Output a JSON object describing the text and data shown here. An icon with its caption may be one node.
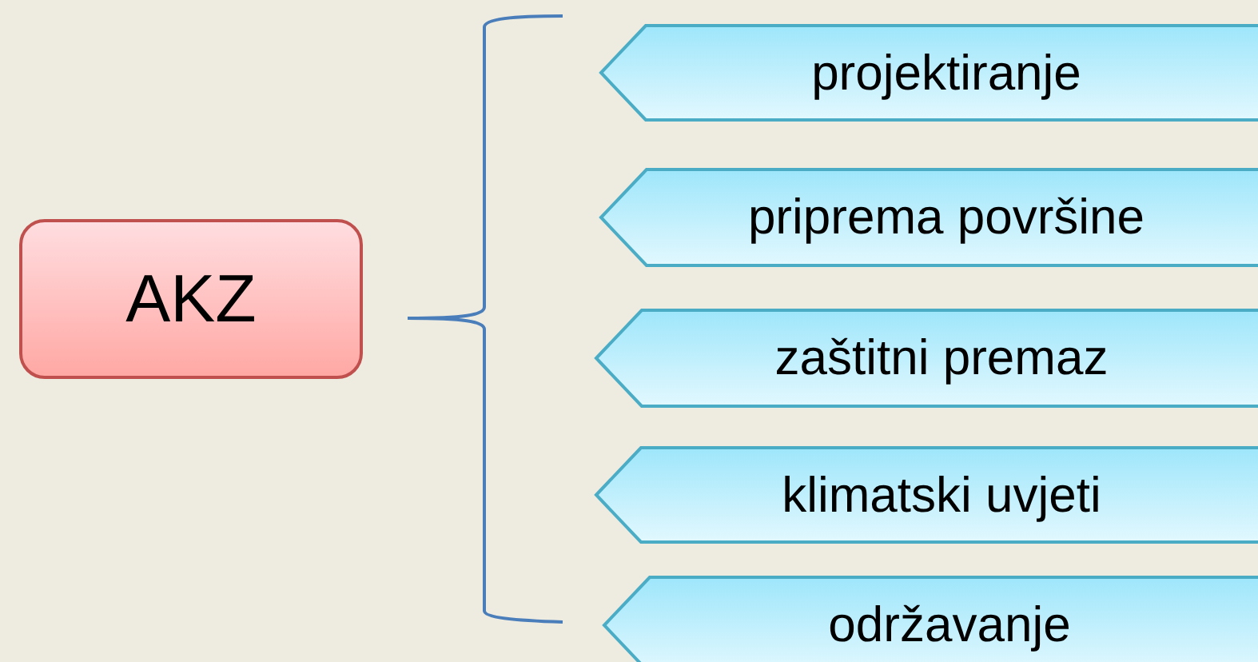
{
  "diagram": {
    "nodes": [
      {
        "text": [
          "AKZ"
        ]
      },
      {
        "text": [
          "projektiranje"
        ]
      },
      {
        "text": [
          "priprema površine"
        ]
      },
      {
        "text": [
          "zaštitni premaz"
        ]
      },
      {
        "text": [
          "klimatski uvjeti"
        ]
      },
      {
        "text": [
          "održavanje"
        ]
      }
    ]
  }
}
